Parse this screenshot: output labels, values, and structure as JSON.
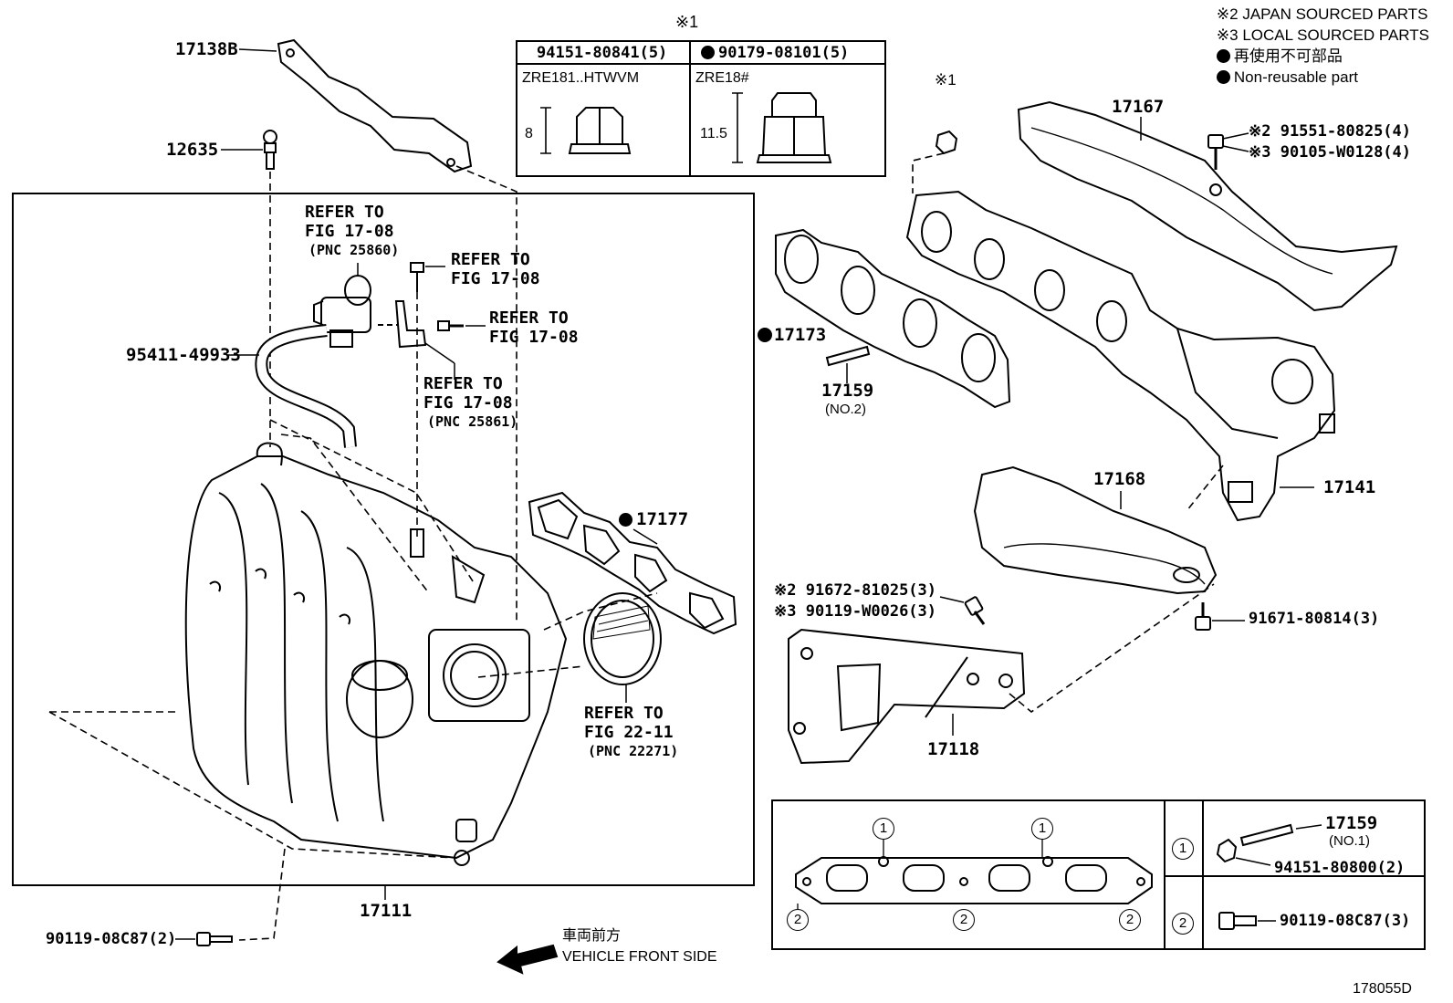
{
  "legend": {
    "japan": "※2 JAPAN SOURCED PARTS",
    "local": "※3 LOCAL SOURCED PARTS",
    "non_reusable_jp": "再使用不可部品",
    "non_reusable_en": "Non-reusable part"
  },
  "nut_table": {
    "mark": "※1",
    "col1_part": "94151-80841(5)",
    "col1_model": "ZRE181..HTWVM",
    "col1_height": "8",
    "col2_part": "90179-08101(5)",
    "col2_model": "ZRE18#",
    "col2_height": "11.5"
  },
  "labels": {
    "p17138B": "17138B",
    "p12635": "12635",
    "p95411": "95411-49933",
    "p17111": "17111",
    "p90119_left": "90119-08C87(2)",
    "p17177": "17177",
    "p17173": "17173",
    "p17159_no2": "17159",
    "p17159_no2_sub": "(NO.2)",
    "p17167": "17167",
    "p17141": "17141",
    "p17168": "17168",
    "p17118": "17118",
    "p91671": "91671-80814(3)",
    "p91551": "※2 91551-80825(4)",
    "p90105": "※3 90105-W0128(4)",
    "p91672": "※2 91672-81025(3)",
    "p90119_w": "※3 90119-W0026(3)",
    "mark1_right": "※1"
  },
  "refs": {
    "r1_line1": "REFER TO",
    "r1_line2": "FIG 17-08",
    "r1_pnc": "(PNC 25860)",
    "r2_line1": "REFER TO",
    "r2_line2": "FIG 17-08",
    "r3_line1": "REFER TO",
    "r3_line2": "FIG 17-08",
    "r4_line1": "REFER TO",
    "r4_line2": "FIG 17-08",
    "r4_pnc": "(PNC 25861)",
    "r5_line1": "REFER TO",
    "r5_line2": "FIG 22-11",
    "r5_pnc": "(PNC 22271)"
  },
  "detail_box": {
    "c1": "1",
    "c2": "2",
    "p17159_no1": "17159",
    "p17159_no1_sub": "(NO.1)",
    "p94151": "94151-80800(2)",
    "p90119_box": "90119-08C87(3)"
  },
  "front": {
    "jp": "車両前方",
    "en": "VEHICLE FRONT SIDE"
  },
  "figure_code": "178055D"
}
